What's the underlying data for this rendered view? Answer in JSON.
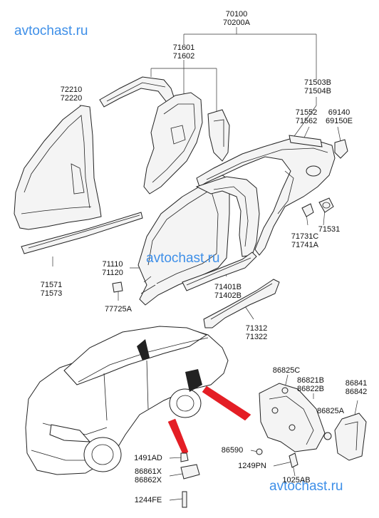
{
  "watermark": {
    "top_left": "avtochast.ru",
    "center": "avtochast.ru",
    "bottom_right": "avtochast.ru",
    "color": "#3e8fe8"
  },
  "arrow_color": "#e41e25",
  "labels": {
    "l70100": {
      "line1": "70100",
      "line2": "70200A"
    },
    "l71601": {
      "line1": "71601",
      "line2": "71602"
    },
    "l72210": {
      "line1": "72210",
      "line2": "72220"
    },
    "l71503": {
      "line1": "71503B",
      "line2": "71504B"
    },
    "l71552": {
      "line1": "71552",
      "line2": "71562"
    },
    "l69140": {
      "line1": "69140",
      "line2": "69150E"
    },
    "l71731": {
      "line1": "71731C",
      "line2": "71741A"
    },
    "l71531": {
      "line1": "71531"
    },
    "l71571": {
      "line1": "71571",
      "line2": "71573"
    },
    "l71110": {
      "line1": "71110",
      "line2": "71120"
    },
    "l71401": {
      "line1": "71401B",
      "line2": "71402B"
    },
    "l77725": {
      "line1": "77725A"
    },
    "l71312": {
      "line1": "71312",
      "line2": "71322"
    },
    "l86825c": {
      "line1": "86825C"
    },
    "l86821": {
      "line1": "86821B",
      "line2": "86822B"
    },
    "l86841": {
      "line1": "86841",
      "line2": "86842"
    },
    "l86825a": {
      "line1": "86825A"
    },
    "l86590": {
      "line1": "86590"
    },
    "l1249": {
      "line1": "1249PN"
    },
    "l1025": {
      "line1": "1025AB"
    },
    "l1491": {
      "line1": "1491AD"
    },
    "l86861": {
      "line1": "86861X",
      "line2": "86862X"
    },
    "l1244": {
      "line1": "1244FE"
    }
  }
}
